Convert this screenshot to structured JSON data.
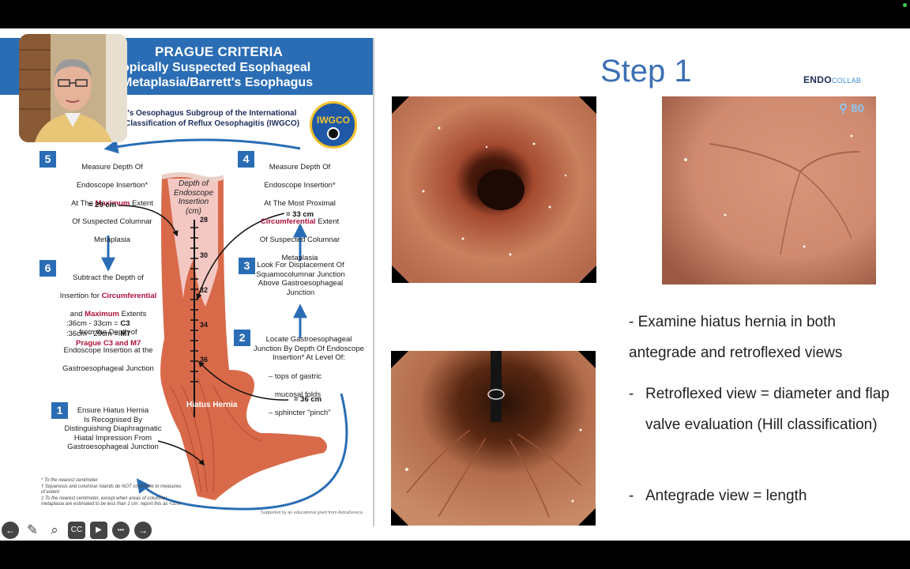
{
  "slide": {
    "title": "Step 1",
    "logo": {
      "endo": "ENDO",
      "collab": "COLLAB"
    },
    "scope_readout": "80",
    "bullets": {
      "main": "- Examine hiatus hernia in both antegrade and retroflexed views",
      "items": [
        "Retroflexed view = diameter and flap valve evaluation (Hill classification)",
        "Antegrade view = length"
      ],
      "dash": "-"
    }
  },
  "prague": {
    "title": "PRAGUE CRITERIA",
    "subtitle": "opically Suspected Esophageal\nMetaplasia/Barrett's Esophagus",
    "org": "t's Oesophagus Subgroup of the International\nClassification of Reflux Oesophagitis (IWGCO)",
    "org_logo": "IWGCO",
    "scale_title": "Depth of\nEndoscope\nInsertion\n(cm)",
    "ticks": [
      "28",
      "30",
      "32",
      "34",
      "36"
    ],
    "hernia_label": "Hiatus Hernia",
    "steps": {
      "s1": {
        "num": "1",
        "text": "Ensure Hiatus Hernia\nIs Recognised By\nDistinguishing Diaphragmatic\nHiatal Impression From\nGastroesophageal Junction"
      },
      "s2": {
        "num": "2",
        "text": "Locate Gastroesophageal\nJunction By Depth Of Endoscope\nInsertion* At Level Of:",
        "list": [
          "– tops of gastric",
          "mucosal folds",
          "– sphincter \"pinch\""
        ],
        "result": "= 36 cm"
      },
      "s3": {
        "num": "3",
        "text": "Look For Displacement Of\nSquamocolumnar Junction\nAbove Gastroesophageal\nJunction"
      },
      "s4": {
        "num": "4",
        "line1": "Measure Depth Of",
        "line2": "Endoscope Insertion*",
        "line3": "At The Most Proximal",
        "emph": "Circumferential",
        "line4": " Extent",
        "line5": "Of Suspected Columnar",
        "line6": "Metaplasia",
        "result": "= 33 cm"
      },
      "s5": {
        "num": "5",
        "line1": "Measure Depth Of",
        "line2": "Endoscope Insertion*",
        "line3a": "At The ",
        "emph": "Maximum",
        "line3b": " Extent",
        "line4": "Of Suspected Columnar",
        "line5": "Metaplasia",
        "result": "= 29 cm"
      },
      "s6": {
        "num": "6",
        "line1": "Subtract the Depth of",
        "line2a": "Insertion for ",
        "emph1": "Circumferential",
        "line3a": "and ",
        "emph2": "Maximum",
        "line3b": " Extents",
        "line4": "from the Depth of",
        "line5": "Endoscope Insertion at the",
        "line6": "Gastroesophageal Junction",
        "calc": [
          {
            "eq": ":36cm - 33cm = ",
            "val": "C3"
          },
          {
            "eq": ":36cm - 29cm = ",
            "val": "M7"
          }
        ],
        "verdict": "Prague C3 and M7"
      }
    },
    "footnotes": [
      "* To the nearest centimeter",
      "† Squamous and columnar islands do NOT contribute to measures of extent",
      "‡ To the nearest centimeter, except when areas of columnar metaplasia are estimated to be less than 1 cm: report this as <1cm"
    ],
    "support": "Supported by an educational grant from AstraZeneca"
  },
  "toolbar": {
    "buttons": [
      "←",
      "✎",
      "⌕",
      "CC",
      "▶",
      "•••",
      "→"
    ]
  },
  "colors": {
    "accent": "#3e6fb5",
    "header_blue": "#2a6db5",
    "emphasis_red": "#b0123b",
    "tissue": "#d86a4a"
  }
}
